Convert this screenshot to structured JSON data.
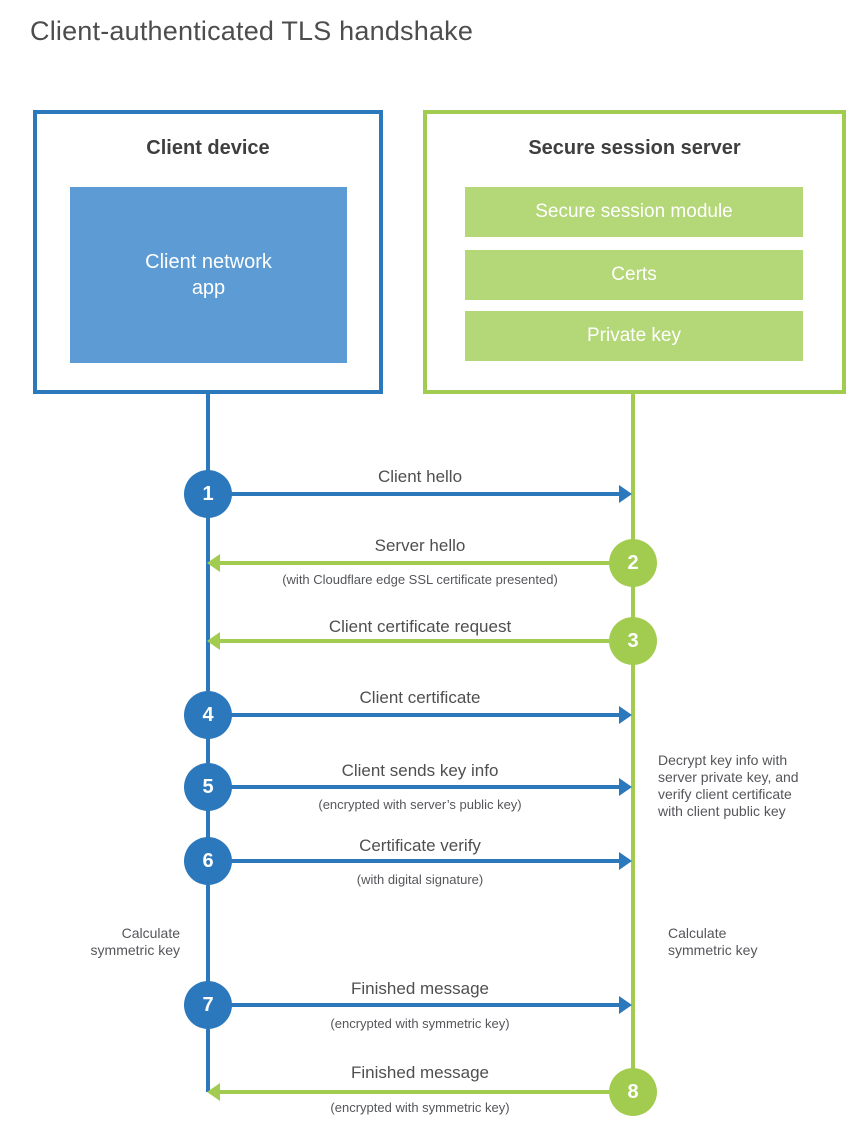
{
  "page_title": "Client-authenticated TLS handshake",
  "palette": {
    "blue": "#2C78BC",
    "blue_fill": "#5C9BD3",
    "green": "#A2CC50",
    "green_fill": "#B4D778",
    "heading_text": "#3F3F3F",
    "label_text": "#4F4F4F"
  },
  "client_box": {
    "title": "Client device",
    "app_label": "Client network app"
  },
  "server_box": {
    "title": "Secure session server",
    "modules": [
      {
        "label": "Secure session module"
      },
      {
        "label": "Certs"
      },
      {
        "label": "Private key"
      }
    ]
  },
  "steps": [
    {
      "num": "1",
      "from": "client",
      "to": "server",
      "label": "Client hello",
      "sub": ""
    },
    {
      "num": "2",
      "from": "server",
      "to": "client",
      "label": "Server hello",
      "sub": "(with Cloudflare edge SSL certificate presented)"
    },
    {
      "num": "3",
      "from": "server",
      "to": "client",
      "label": "Client certificate request",
      "sub": ""
    },
    {
      "num": "4",
      "from": "client",
      "to": "server",
      "label": "Client certificate",
      "sub": ""
    },
    {
      "num": "5",
      "from": "client",
      "to": "server",
      "label": "Client sends key info",
      "sub": "(encrypted with server’s public key)"
    },
    {
      "num": "6",
      "from": "client",
      "to": "server",
      "label": "Certificate verify",
      "sub": "(with digital signature)"
    },
    {
      "num": "7",
      "from": "client",
      "to": "server",
      "label": "Finished message",
      "sub": "(encrypted with symmetric key)"
    },
    {
      "num": "8",
      "from": "server",
      "to": "client",
      "label": "Finished message",
      "sub": "(encrypted with symmetric key)"
    }
  ],
  "annotations": {
    "decrypt_note": {
      "lines": [
        "Decrypt key info with",
        "server private key, and",
        "verify client certificate",
        "with client public key"
      ]
    },
    "calc_left": {
      "lines": [
        "Calculate",
        "symmetric key"
      ]
    },
    "calc_right": {
      "lines": [
        "Calculate",
        "symmetric key"
      ]
    }
  }
}
